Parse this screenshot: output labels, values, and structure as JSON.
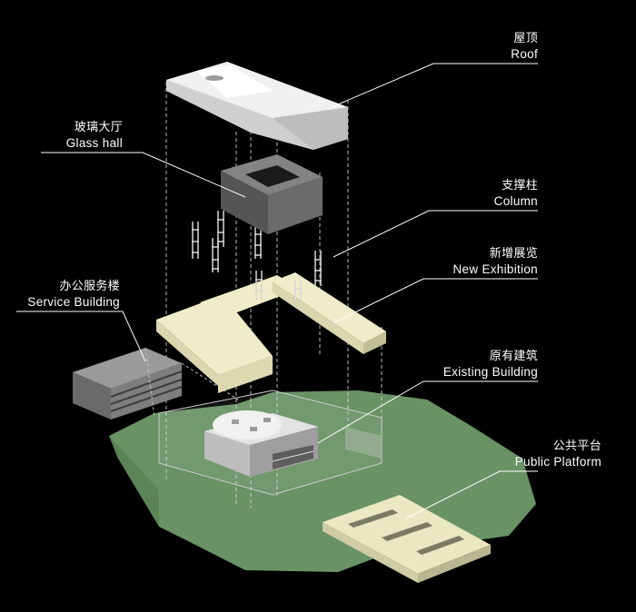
{
  "colors": {
    "background": "#000000",
    "leader": "#ffffff",
    "roof": "#d9d9d9",
    "glass_hall": "#6e6e6e",
    "column": "#cfcfcf",
    "exhibition": "#ebe9c4",
    "service": "#7a7a7a",
    "existing": "#d6d6d6",
    "ground": "#6f9a6a",
    "platform": "#eae7c2"
  },
  "labels": {
    "roof": {
      "zh": "屋顶",
      "en": "Roof"
    },
    "glass_hall": {
      "zh": "玻璃大厅",
      "en": "Glass hall"
    },
    "column": {
      "zh": "支撑柱",
      "en": "Column"
    },
    "new_exhibition": {
      "zh": "新增展览",
      "en": "New Exhibition"
    },
    "service_building": {
      "zh": "办公服务楼",
      "en": "Service Building"
    },
    "existing_building": {
      "zh": "原有建筑",
      "en": "Existing Building"
    },
    "public_platform": {
      "zh": "公共平台",
      "en": "Public Platform"
    }
  }
}
